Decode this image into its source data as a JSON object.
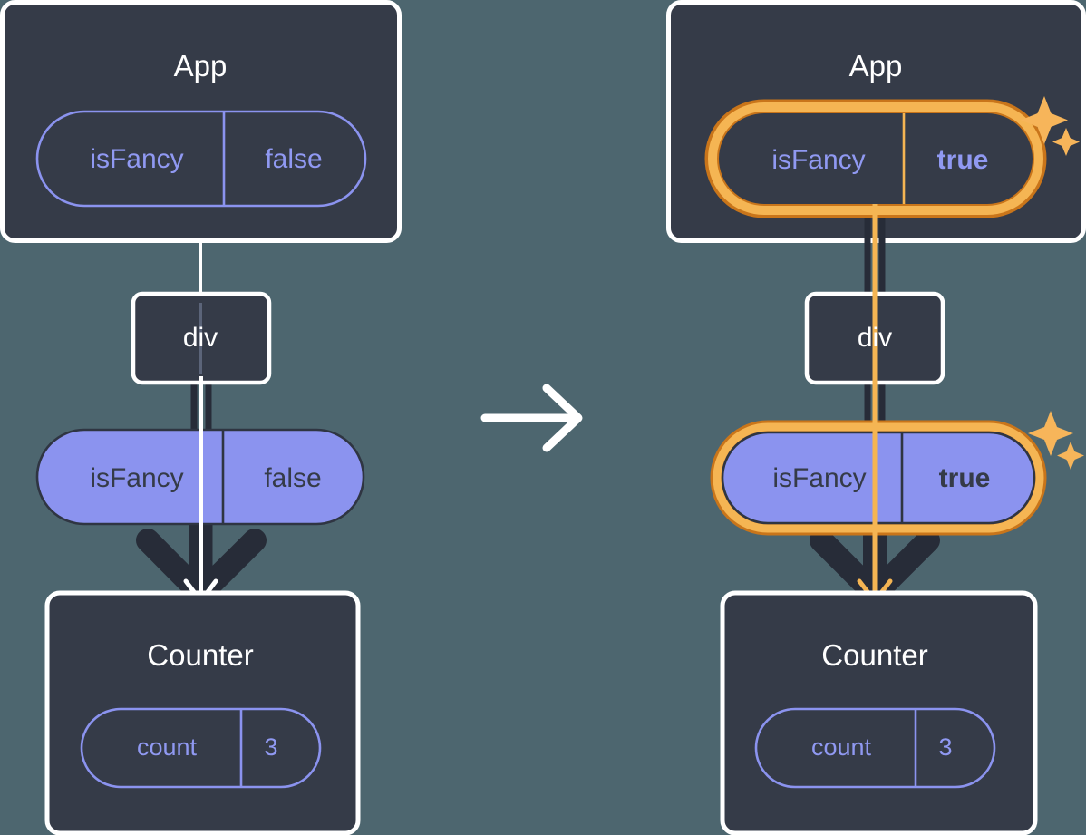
{
  "diagram": {
    "title_semantic": "react-state-propagation-before-after",
    "transition_arrow": "→",
    "colors": {
      "background": "#4d666f",
      "panel_dark": "#353b48",
      "panel_border": "#ffffff",
      "pill_purple": "#8b93ef",
      "pill_outline_purple": "#8b93ef",
      "text_purple": "#9099f2",
      "text_dark": "#353b48",
      "highlight_outer": "#c9751a",
      "highlight_inner": "#f5b553",
      "sparkle": "#f7b55a",
      "edge_dark": "#272c38",
      "edge_light": "#ffffff"
    },
    "panels": [
      {
        "id": "before",
        "app": {
          "label": "App",
          "state_pill": {
            "key": "isFancy",
            "value": "false",
            "style": "outline",
            "highlighted": false,
            "value_bold": false
          }
        },
        "div": {
          "label": "div"
        },
        "prop_pill": {
          "key": "isFancy",
          "value": "false",
          "style": "filled",
          "highlighted": false,
          "value_bold": false
        },
        "counter": {
          "label": "Counter",
          "state_pill": {
            "key": "count",
            "value": "3",
            "style": "outline",
            "highlighted": false,
            "value_bold": false
          }
        },
        "edge_color": "light"
      },
      {
        "id": "after",
        "app": {
          "label": "App",
          "state_pill": {
            "key": "isFancy",
            "value": "true",
            "style": "outline",
            "highlighted": true,
            "value_bold": true
          }
        },
        "div": {
          "label": "div"
        },
        "prop_pill": {
          "key": "isFancy",
          "value": "true",
          "style": "filled",
          "highlighted": true,
          "value_bold": true
        },
        "counter": {
          "label": "Counter",
          "state_pill": {
            "key": "count",
            "value": "3",
            "style": "outline",
            "highlighted": false,
            "value_bold": false
          }
        },
        "edge_color": "highlight",
        "sparkles": 2
      }
    ]
  }
}
